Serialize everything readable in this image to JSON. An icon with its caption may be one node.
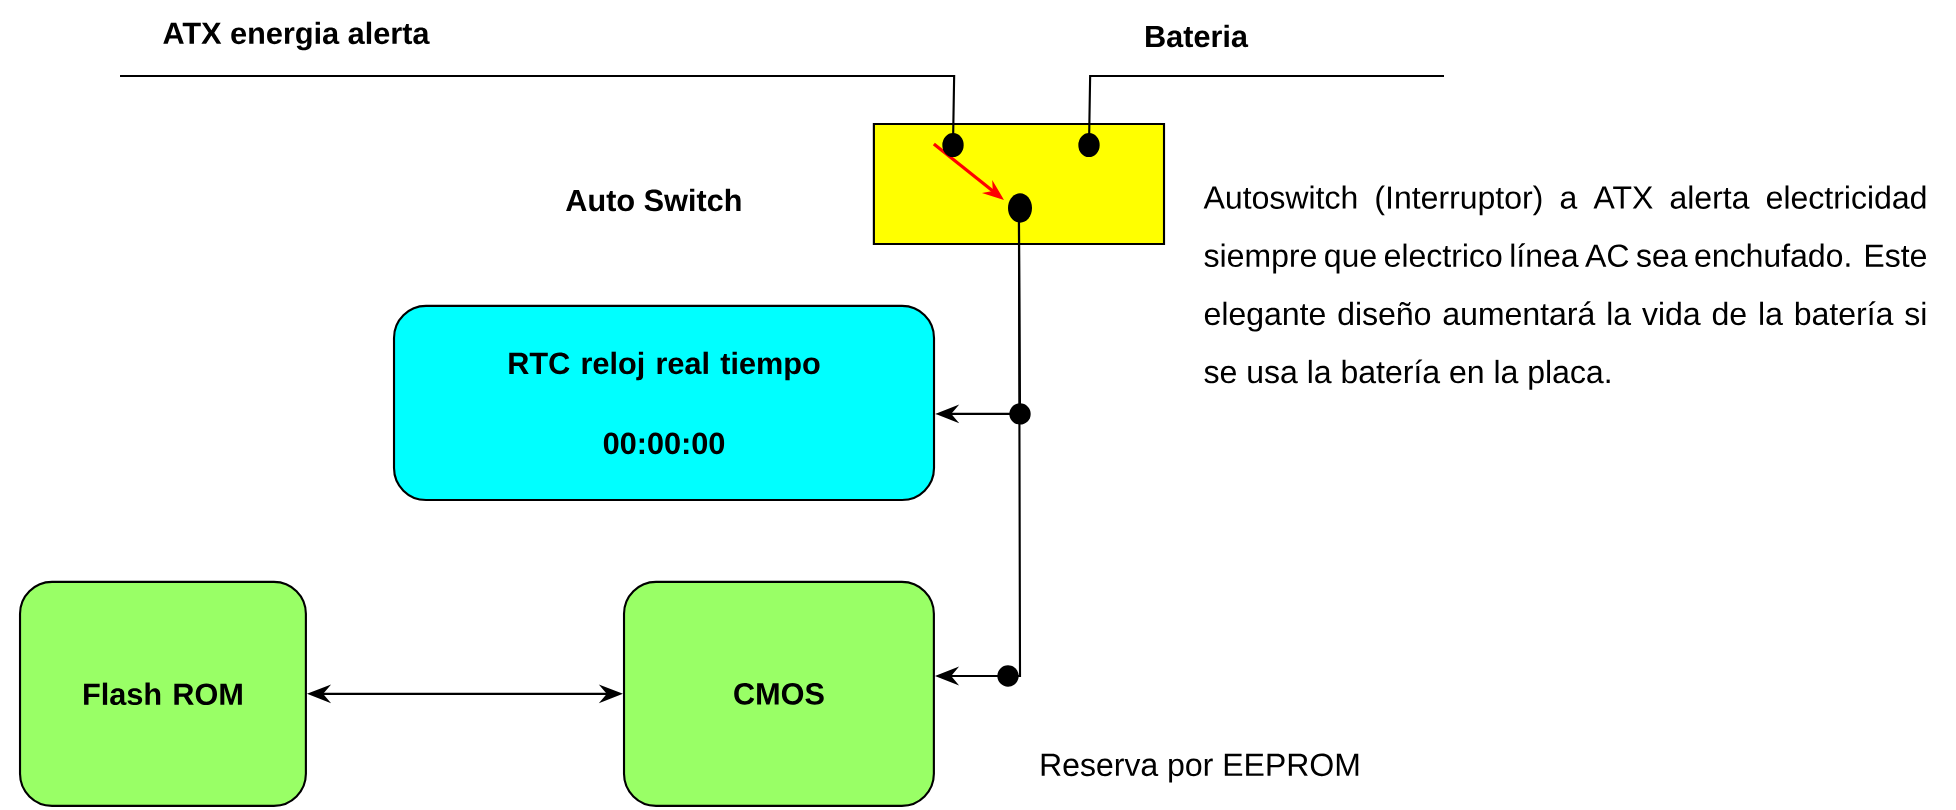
{
  "diagram": {
    "nodes": [
      {
        "text": [],
        "shape": "box"
      },
      {
        "text": [
          "RTC reloj real tiempo",
          "00:00:00"
        ]
      },
      {
        "text": [
          "Flash ROM"
        ]
      },
      {
        "text": [
          "CMOS"
        ]
      }
    ],
    "edges": [
      {
        "from": null,
        "to": 0,
        "arrow": "other",
        "label": "ATX energia alerta"
      },
      {
        "from": null,
        "to": 0,
        "arrow": "other",
        "label": "Bateria"
      },
      {
        "from": 0,
        "to": 1,
        "arrow": "to"
      },
      {
        "from": 0,
        "to": 3,
        "arrow": "to"
      },
      {
        "from": 2,
        "to": 3,
        "arrow": "both"
      }
    ],
    "labels": [
      "Auto Switch",
      "Autoswitch (Interruptor) a ATX alerta electricidad siempre que electrico línea AC sea enchufado. Este elegante diseño aumentará la vida de la batería si se usa la batería en la placa.",
      "Reserva por EEPROM"
    ]
  }
}
